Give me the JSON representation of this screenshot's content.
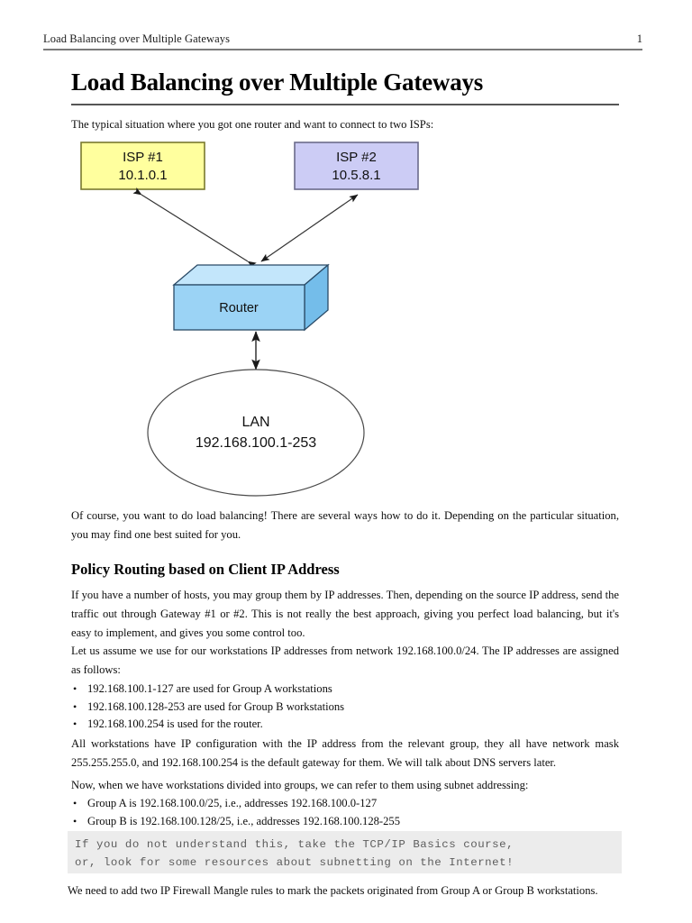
{
  "header": {
    "title": "Load Balancing over Multiple Gateways",
    "page_number": "1"
  },
  "document": {
    "title": "Load Balancing over Multiple Gateways"
  },
  "intro": {
    "paragraph": "The typical situation where you got one router and want to connect to two ISPs:"
  },
  "diagram": {
    "isp1": {
      "label": "ISP #1",
      "ip": "10.1.0.1",
      "fill": "#ffff9e",
      "stroke": "#7a7a2e"
    },
    "isp2": {
      "label": "ISP #2",
      "ip": "10.5.8.1",
      "fill": "#ccccf5",
      "stroke": "#6a6a8a"
    },
    "router": {
      "label": "Router",
      "front_fill": "#9bd3f5",
      "top_fill": "#c3e6fb",
      "side_fill": "#74bdea",
      "stroke": "#2a4a66"
    },
    "lan": {
      "label": "LAN",
      "range": "192.168.100.1-253",
      "stroke": "#4a4a4a"
    },
    "arrow_color": "#333333"
  },
  "body": {
    "p_of_course": "Of course, you want to do load balancing! There are several ways how to do it. Depending on the particular situation, you may find one best suited for you.",
    "section_heading": "Policy Routing based on Client IP Address",
    "p_if_you_have": "If you have a number of hosts, you may group them by IP addresses. Then, depending on the source IP address, send the traffic out through Gateway #1 or #2. This is not really the best approach, giving you perfect load balancing, but it's easy to implement, and gives you some control too.",
    "p_let_us_assume": "Let us assume we use for our workstations IP addresses from network 192.168.100.0/24. The IP addresses are assigned as follows:",
    "bullets_groups": [
      "192.168.100.1-127 are used for Group A workstations",
      "192.168.100.128-253 are used for Group B workstations",
      "192.168.100.254 is used for the router."
    ],
    "p_all_workstations": "All workstations have IP configuration with the IP address from the relevant group, they all have network mask 255.255.255.0, and 192.168.100.254 is the default gateway for them. We will talk about DNS servers later.",
    "p_now_when": "Now, when we have workstations divided into groups, we can refer to them using subnet addressing:",
    "bullets_subnets": [
      "Group A is 192.168.100.0/25, i.e., addresses 192.168.100.0-127",
      "Group B is 192.168.100.128/25, i.e., addresses 192.168.100.128-255"
    ],
    "code_note": {
      "line1": "If you do not understand this, take the TCP/IP Basics course,",
      "line2": "or, look for some resources about subnetting on the Internet!",
      "background": "#ececec",
      "text_color": "#5c5c5c"
    },
    "p_we_need_to_add": "We need to add two IP Firewall Mangle rules to mark the packets originated from Group A or Group B workstations."
  },
  "bullet_glyph": "•"
}
